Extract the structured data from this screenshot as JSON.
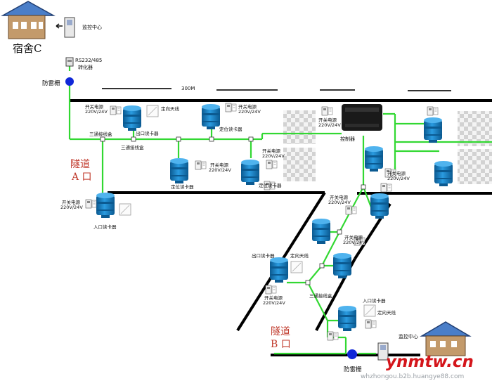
{
  "colors": {
    "cable": "#32d832",
    "wall": "#000000",
    "reader_body": "#1c84c6",
    "reader_dark": "#0b5a91",
    "arrester": "#1028d8",
    "roof": "#4a7ec8",
    "tunnel_label": "#c0392b",
    "watermark": "#d4151b"
  },
  "labels": {
    "dorm": "宿舍C",
    "monitor_center_top": "监控中心",
    "monitor_center_bottom": "监控中心",
    "converter_line1": "RS232/485",
    "converter_line2": "转化器",
    "arrester_top": "防雷栅",
    "arrester_bottom": "防雷栅",
    "distance": "300M",
    "tunnel_a_line1": "隧道",
    "tunnel_a_line2": "A  口",
    "tunnel_b_line1": "隧道",
    "tunnel_b_line2": "B  口",
    "controller": "控制器",
    "psu_line1": "开关电源",
    "psu_line2": "220V/24V",
    "antenna": "定向天线",
    "exit_reader": "出口读卡器",
    "entry_reader": "入口读卡器",
    "positioning_reader": "定位读卡器",
    "tee_box": "三通接线盒",
    "watermark": "ynmtw.cn",
    "watermark_sub": "whzhongou.b2b.huangye88.com"
  }
}
